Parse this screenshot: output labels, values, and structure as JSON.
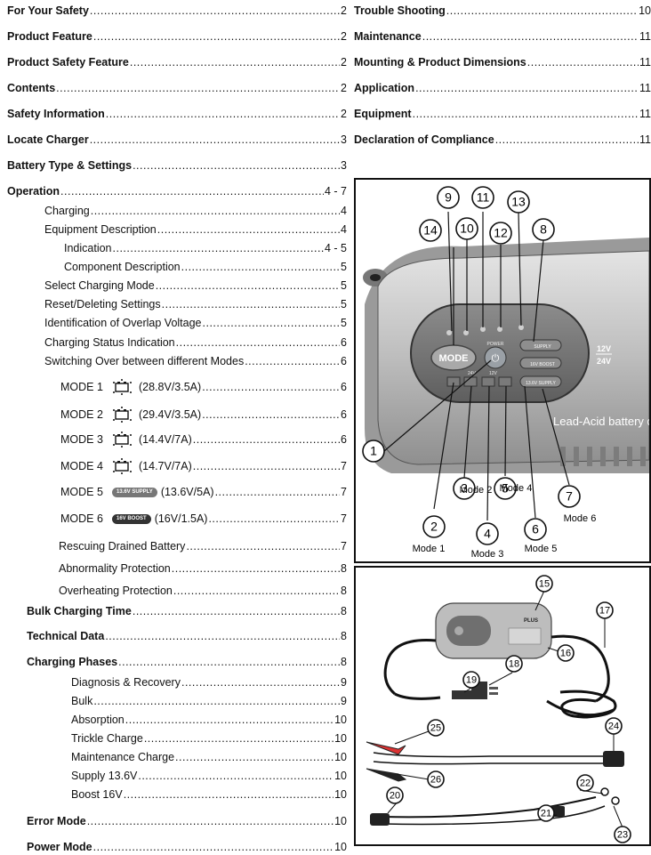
{
  "left_column": [
    {
      "label": "For Your Safety",
      "page": "2",
      "bold": true
    },
    {
      "label": "Product Feature",
      "page": "2",
      "bold": true
    },
    {
      "label": "Product Safety Feature",
      "page": "2",
      "bold": true
    },
    {
      "label": "Contents",
      "page": "2",
      "bold": true
    },
    {
      "label": "Safety Information",
      "page": "2",
      "bold": true
    },
    {
      "label": "Locate Charger",
      "page": "3",
      "bold": true
    },
    {
      "label": "Battery Type & Settings",
      "page": "3",
      "bold": true
    },
    {
      "label": "Operation",
      "page": "4 - 7",
      "bold": true
    },
    {
      "label": "Charging",
      "page": "4",
      "bold": false
    },
    {
      "label": "Equipment Description",
      "page": "4",
      "bold": false
    },
    {
      "label": "Indication",
      "page": "4 - 5",
      "bold": false
    },
    {
      "label": "Component Description",
      "page": "5",
      "bold": false
    },
    {
      "label": "Select Charging Mode",
      "page": "5",
      "bold": false
    },
    {
      "label": "Reset/Deleting Settings",
      "page": "5",
      "bold": false
    },
    {
      "label": "Identification of Overlap Voltage",
      "page": "5",
      "bold": false
    },
    {
      "label": "Charging Status Indication",
      "page": "6",
      "bold": false
    },
    {
      "label": "Switching Over between different Modes",
      "page": "6",
      "bold": false
    },
    {
      "label": "Rescuing Drained Battery",
      "page": "7",
      "bold": false
    },
    {
      "label": "Abnormality Protection",
      "page": "8",
      "bold": false
    },
    {
      "label": "Overheating Protection",
      "page": "8",
      "bold": false
    },
    {
      "label": "Bulk Charging Time",
      "page": "8",
      "bold": true
    },
    {
      "label": "Technical Data",
      "page": "8",
      "bold": true
    },
    {
      "label": "Charging Phases",
      "page": "8",
      "bold": true
    },
    {
      "label": "Diagnosis & Recovery",
      "page": "9",
      "bold": false
    },
    {
      "label": "Bulk",
      "page": "9",
      "bold": false
    },
    {
      "label": "Absorption",
      "page": "10",
      "bold": false
    },
    {
      "label": "Trickle Charge",
      "page": "10",
      "bold": false
    },
    {
      "label": "Maintenance Charge",
      "page": "10",
      "bold": false
    },
    {
      "label": "Supply 13.6V",
      "page": "10",
      "bold": false
    },
    {
      "label": "Boost 16V",
      "page": "10",
      "bold": false
    },
    {
      "label": "Error Mode",
      "page": "10",
      "bold": true
    },
    {
      "label": "Power Mode",
      "page": "10",
      "bold": true
    }
  ],
  "modes": [
    {
      "label": "MODE 1",
      "value": "(28.8V/3.5A)",
      "page": "6",
      "icon": "battery-24v-icon"
    },
    {
      "label": "MODE 2",
      "value": "(29.4V/3.5A)",
      "page": "6",
      "icon": "battery-24v-icon"
    },
    {
      "label": "MODE 3",
      "value": "(14.4V/7A)",
      "page": "6",
      "icon": "battery-12v-icon"
    },
    {
      "label": "MODE 4",
      "value": "(14.7V/7A)",
      "page": "7",
      "icon": "battery-12v-icon"
    },
    {
      "label": "MODE 5",
      "value": "(13.6V/5A)",
      "page": "7",
      "icon": "supply-icon",
      "pill": "13.6V SUPPLY"
    },
    {
      "label": "MODE 6",
      "value": "(16V/1.5A)",
      "page": "7",
      "icon": "boost-icon",
      "pill": "16V BOOST"
    }
  ],
  "right_column": [
    {
      "label": "Trouble Shooting",
      "page": "10"
    },
    {
      "label": "Maintenance",
      "page": "11"
    },
    {
      "label": "Mounting & Product Dimensions",
      "page": "11"
    },
    {
      "label": "Application",
      "page": "11"
    },
    {
      "label": "Equipment",
      "page": "11"
    },
    {
      "label": "Declaration of Compliance",
      "page": "11"
    }
  ],
  "figure1": {
    "callouts": [
      "1",
      "2",
      "3",
      "4",
      "5",
      "6",
      "7",
      "8",
      "9",
      "10",
      "11",
      "12",
      "13",
      "14"
    ],
    "mode_labels": {
      "m1": "Mode 1",
      "m2": "Mode 2",
      "m3": "Mode 3",
      "m4": "Mode 4",
      "m5": "Mode 5",
      "m6": "Mode 6"
    },
    "panel_text": {
      "mode_button": "MODE",
      "power": "POWER",
      "v24": "24V",
      "v12": "12V",
      "supply": "SUPPLY",
      "boost": "16V BOOST",
      "supply136": "13.6V SUPPLY",
      "badge_top": "12V",
      "badge_bottom": "24V",
      "body_text": "Lead-Acid battery c"
    }
  },
  "figure2": {
    "callouts": [
      "15",
      "16",
      "17",
      "18",
      "19",
      "20",
      "21",
      "22",
      "23",
      "24",
      "25",
      "26"
    ],
    "brand": "PLUS"
  }
}
